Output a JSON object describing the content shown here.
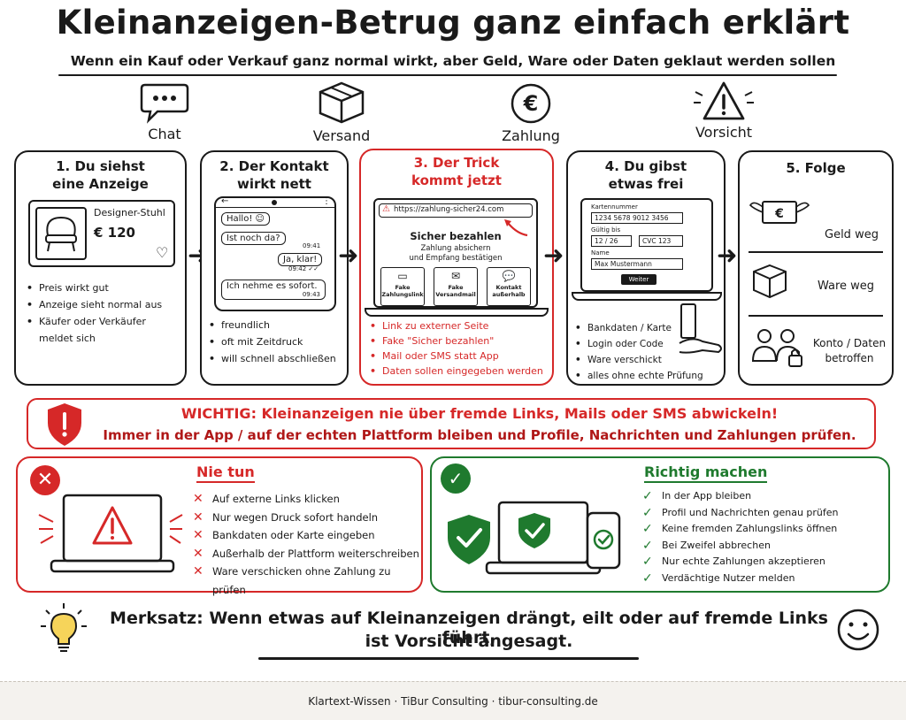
{
  "title": "Kleinanzeigen-Betrug ganz einfach erklärt",
  "subtitle": "Wenn ein Kauf oder Verkauf ganz normal wirkt, aber Geld, Ware oder Daten geklaut werden sollen",
  "top_icons": [
    {
      "label": "Chat",
      "icon": "chat-bubble-icon"
    },
    {
      "label": "Versand",
      "icon": "package-icon"
    },
    {
      "label": "Zahlung",
      "icon": "euro-coin-icon"
    },
    {
      "label": "Vorsicht",
      "icon": "warning-triangle-icon"
    }
  ],
  "steps": {
    "s1": {
      "title_a": "1. Du siehst",
      "title_b": "eine Anzeige",
      "ad_name": "Designer-Stuhl",
      "ad_price": "€ 120",
      "bullets": [
        "Preis wirkt gut",
        "Anzeige sieht normal aus",
        "Käufer oder Verkäufer meldet sich"
      ]
    },
    "s2": {
      "title_a": "2. Der Kontakt",
      "title_b": "wirkt nett",
      "msgs": [
        {
          "text": "Hallo! ☺",
          "time": ""
        },
        {
          "text": "Ist noch da?",
          "time": "09:41"
        },
        {
          "text": "Ja, klar!",
          "time": "09:42 ✓✓"
        },
        {
          "text": "Ich nehme es sofort.",
          "time": "09:43"
        }
      ],
      "bullets": [
        "freundlich",
        "oft mit Zeitdruck",
        "will schnell abschließen"
      ]
    },
    "s3": {
      "title_a": "3. Der Trick",
      "title_b": "kommt jetzt",
      "url": "https://zahlung-sicher24.com",
      "page_title": "Sicher bezahlen",
      "page_sub_a": "Zahlung absichern",
      "page_sub_b": "und Empfang bestätigen",
      "tiles": [
        {
          "a": "Fake",
          "b": "Zahlungslink"
        },
        {
          "a": "Fake",
          "b": "Versandmail"
        },
        {
          "a": "Kontakt",
          "b": "außerhalb"
        }
      ],
      "bullets": [
        "Link zu externer Seite",
        "Fake \"Sicher bezahlen\"",
        "Mail oder SMS statt App",
        "Daten sollen eingegeben werden"
      ]
    },
    "s4": {
      "title_a": "4. Du gibst",
      "title_b": "etwas frei",
      "form": {
        "l1": "Kartennummer",
        "v1": "1234 5678 9012 3456",
        "l2": "Gültig bis",
        "v2": "12 / 26",
        "v3": "CVC 123",
        "l3": "Name",
        "v4": "Max Mustermann",
        "btn": "Weiter"
      },
      "bullets": [
        "Bankdaten / Karte",
        "Login oder Code",
        "Ware verschickt",
        "alles ohne echte Prüfung"
      ]
    },
    "s5": {
      "title": "5. Folge",
      "items": [
        "Geld weg",
        "Ware weg",
        "Konto / Daten betroffen"
      ]
    }
  },
  "warning": {
    "prefix": "WICHTIG:",
    "line1": " Kleinanzeigen nie über fremde Links, Mails oder SMS abwickeln!",
    "line2": "Immer in der App / auf der echten Plattform bleiben und Profile, Nachrichten und Zahlungen prüfen."
  },
  "dont": {
    "title": "Nie tun",
    "items": [
      "Auf externe Links klicken",
      "Nur wegen Druck sofort handeln",
      "Bankdaten oder Karte eingeben",
      "Außerhalb der Plattform weiterschreiben",
      "Ware verschicken ohne Zahlung zu prüfen"
    ]
  },
  "do": {
    "title": "Richtig machen",
    "items": [
      "In der App bleiben",
      "Profil und Nachrichten genau prüfen",
      "Keine fremden Zahlungslinks öffnen",
      "Bei Zweifel abbrechen",
      "Nur echte Zahlungen akzeptieren",
      "Verdächtige Nutzer melden"
    ]
  },
  "merksatz": {
    "label": "Merksatz:",
    "line1": " Wenn etwas auf Kleinanzeigen drängt, eilt oder auf fremde Links führt,",
    "line2": "ist Vorsicht angesagt."
  },
  "footer": "Klartext-Wissen · TiBur Consulting · tibur-consulting.de",
  "colors": {
    "red": "#d62828",
    "green": "#1f7a2e",
    "ink": "#1a1a1a"
  }
}
